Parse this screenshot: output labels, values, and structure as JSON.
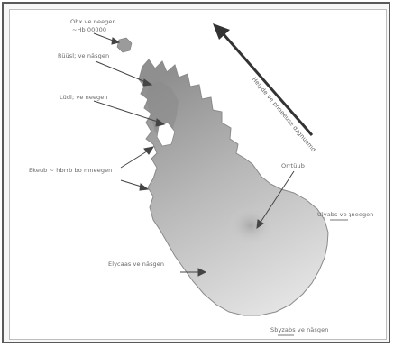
{
  "diagram": {
    "labels": {
      "top_left_1": "Obx ve neegen",
      "top_left_2": "~Hb 00000",
      "upper_left": "Rüüsl; ve näsgen",
      "mid_left": "Lüdl; ve neegen",
      "lower_left": "Ekeub ~ hbrrb bo mneegen",
      "center_right": "Orrtüub",
      "right_side": "Ulyabs ve ʇneegen",
      "bottom_middle": "Elycaas ve näsgen",
      "bottom_right": "Sbyzabs ve näsgen",
      "diagonal": "Helyde ve pnneeuse dzgnuemd"
    },
    "colors": {
      "shape_fill": "#b3b3b3",
      "shape_dark": "#9a9a9a",
      "shape_light": "#dedede",
      "arrow": "#333333",
      "label": "#666666"
    }
  }
}
